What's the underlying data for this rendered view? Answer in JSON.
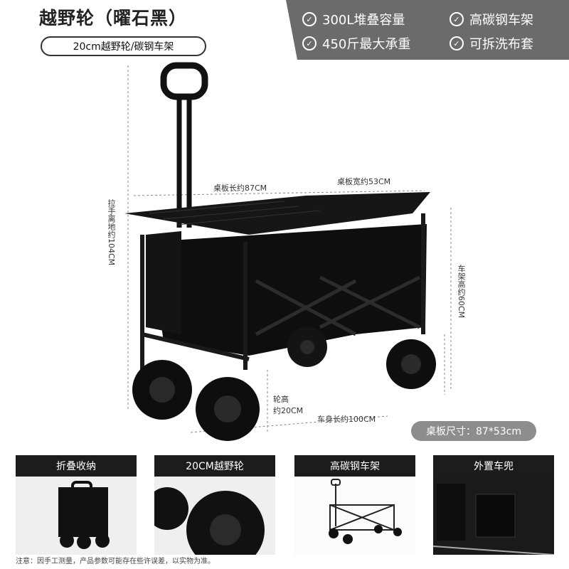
{
  "header": {
    "title": "越野轮（曜石黑）",
    "subtitle": "20cm越野轮/碳钢车架"
  },
  "features": [
    {
      "text": "300L堆叠容量",
      "icon": "check-circle-icon"
    },
    {
      "text": "高碳钢车架",
      "icon": "check-circle-icon"
    },
    {
      "text": "450斤最大承重",
      "icon": "check-circle-icon"
    },
    {
      "text": "可拆洗布套",
      "icon": "check-circle-icon"
    }
  ],
  "dimensions": {
    "handle_height": "拉手离地约104CM",
    "table_length": "桌板长约87CM",
    "table_width": "桌板宽约53CM",
    "frame_height": "车架高约60CM",
    "wheel_height_line1": "轮高",
    "wheel_height_line2": "约20CM",
    "body_length": "车身长约100CM"
  },
  "table_size": "桌板尺寸：87*53cm",
  "panels": [
    {
      "label": "折叠收纳"
    },
    {
      "label": "20CM越野轮"
    },
    {
      "label": "高碳钢车架"
    },
    {
      "label": "外置车兜"
    }
  ],
  "note": "注意：因手工测量，产品参数可能存在些许误差，以实物为准。",
  "colors": {
    "banner": "#6b6b6b",
    "panel_label": "#1c1c1c",
    "size_pill": "#8d8d8d"
  }
}
